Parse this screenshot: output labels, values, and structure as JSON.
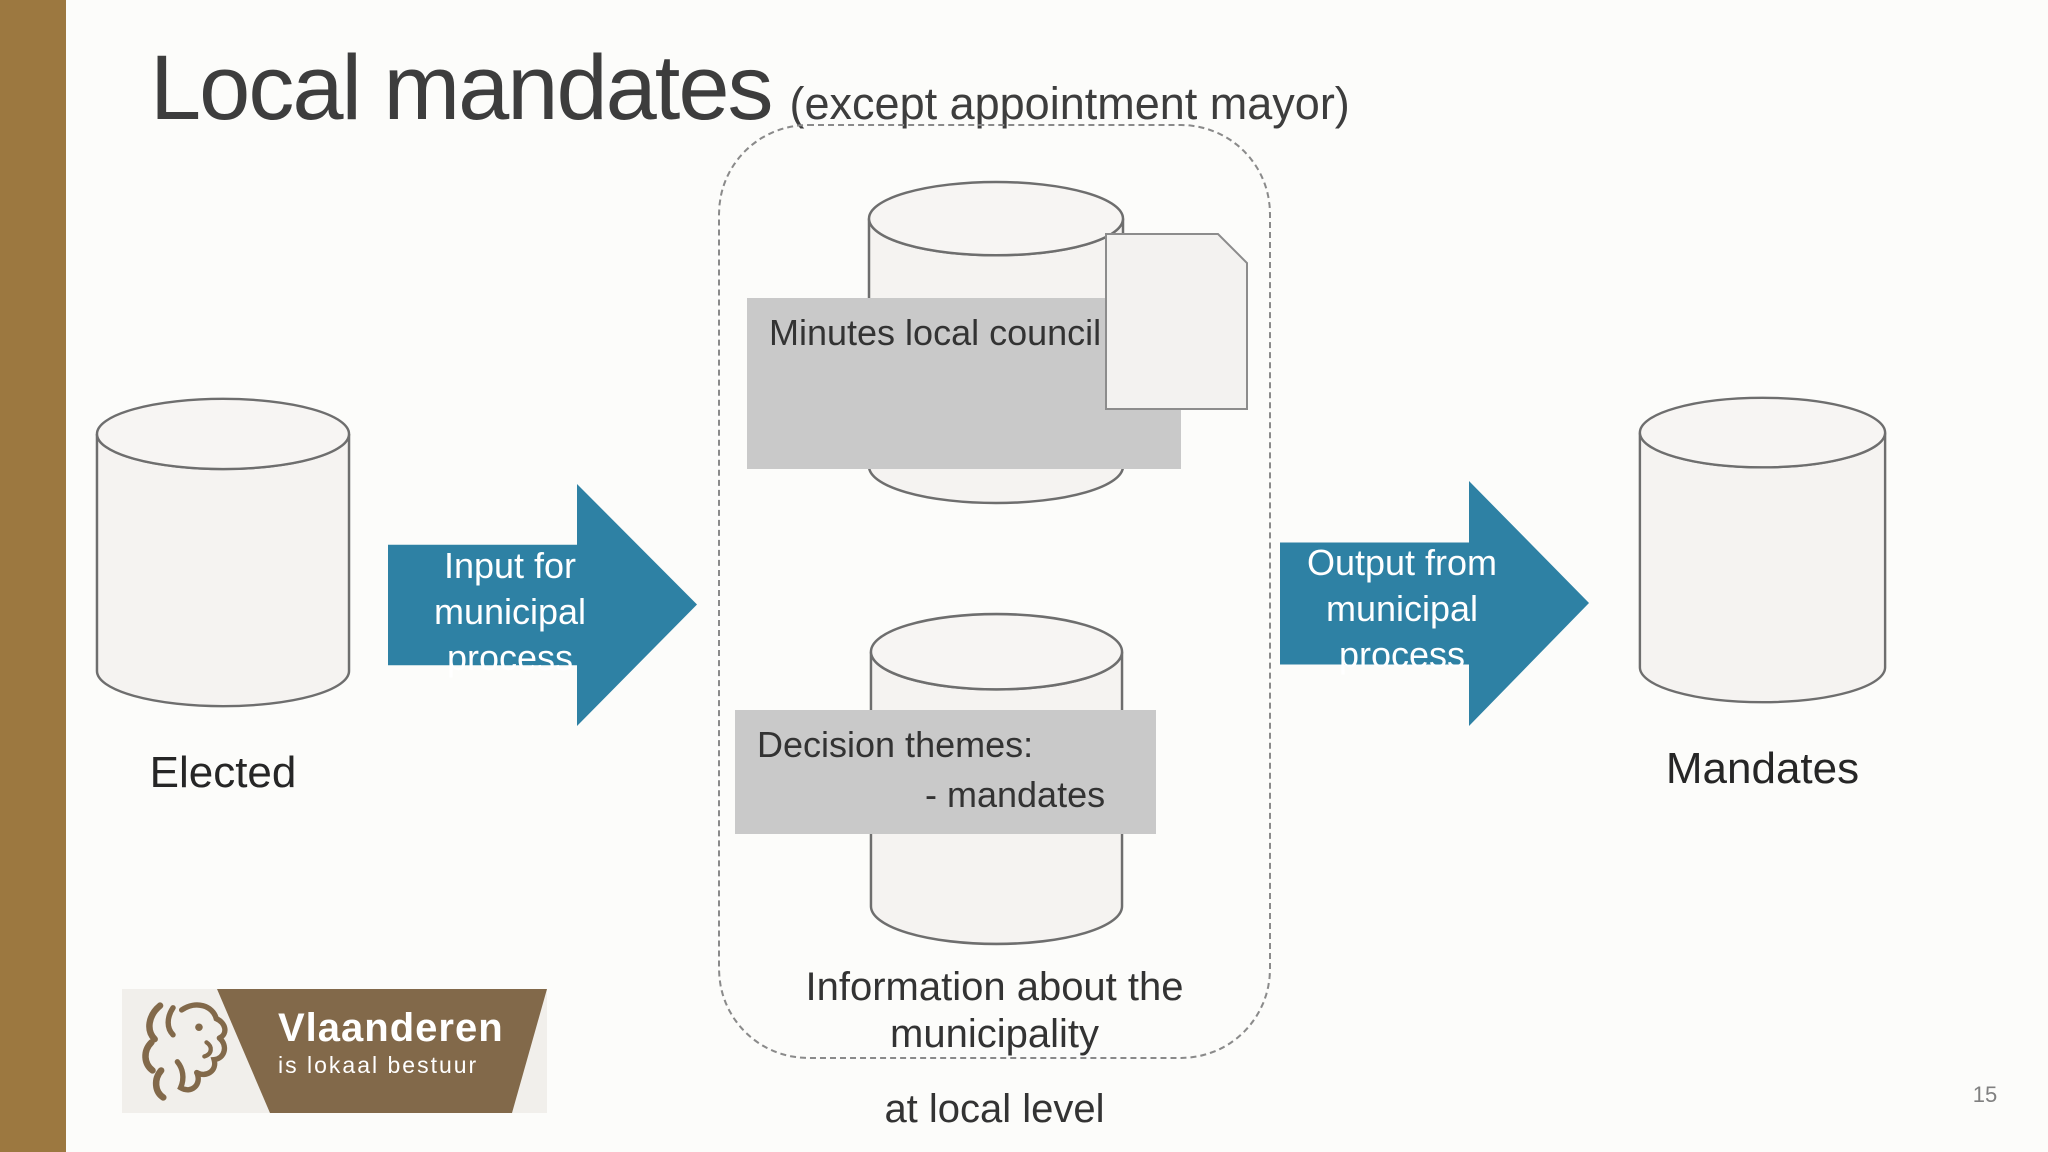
{
  "slide": {
    "title": "Local mandates",
    "subtitle": "(except appointment mayor)",
    "page_number": "15"
  },
  "cylinders": {
    "elected_label": "Elected",
    "mandates_label": "Mandates"
  },
  "process_box": {
    "minutes_label": "Minutes local council",
    "decision_line1": "Decision themes:",
    "decision_line2": "- mandates",
    "info_line1": "Information about the",
    "info_line2": "municipality",
    "footer": "at local level"
  },
  "arrows": {
    "input": {
      "line1": "Input for",
      "line2": "municipal",
      "line3": "process"
    },
    "output": {
      "line1": "Output from",
      "line2": "municipal",
      "line3": "process"
    }
  },
  "logo": {
    "brand": "Vlaanderen",
    "tagline": "is lokaal bestuur"
  },
  "colors": {
    "accent_teal": "#2E81A4",
    "sidebar_brown": "#9C7840",
    "logo_brown": "#82694A",
    "label_gray": "#C9C9C9",
    "background": "#FCFCFA"
  }
}
